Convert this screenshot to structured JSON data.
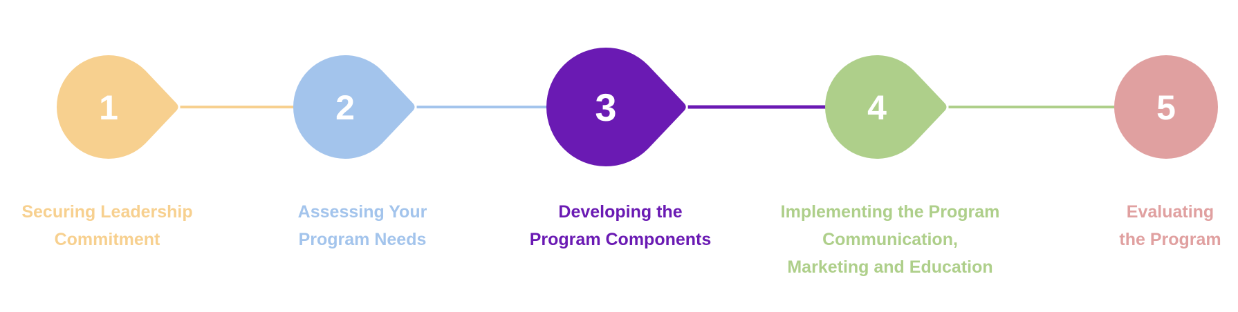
{
  "colors": {
    "step1": "#F7D08F",
    "step2": "#A3C4EC",
    "step3": "#6A1AB3",
    "step4": "#AECF8A",
    "step5": "#E0A0A0"
  },
  "steps": [
    {
      "number": "1",
      "label": [
        "Securing Leadership",
        "Commitment"
      ],
      "color": "#F7D08F",
      "active": false
    },
    {
      "number": "2",
      "label": [
        "Assessing Your",
        "Program Needs"
      ],
      "color": "#A3C4EC",
      "active": false
    },
    {
      "number": "3",
      "label": [
        "Developing the",
        "Program Components"
      ],
      "color": "#6A1AB3",
      "active": true
    },
    {
      "number": "4",
      "label": [
        "Implementing the Program",
        "Communication,",
        "Marketing and Education"
      ],
      "color": "#AECF8A",
      "active": false
    },
    {
      "number": "5",
      "label": [
        "Evaluating",
        "the Program"
      ],
      "color": "#E0A0A0",
      "active": false
    }
  ]
}
